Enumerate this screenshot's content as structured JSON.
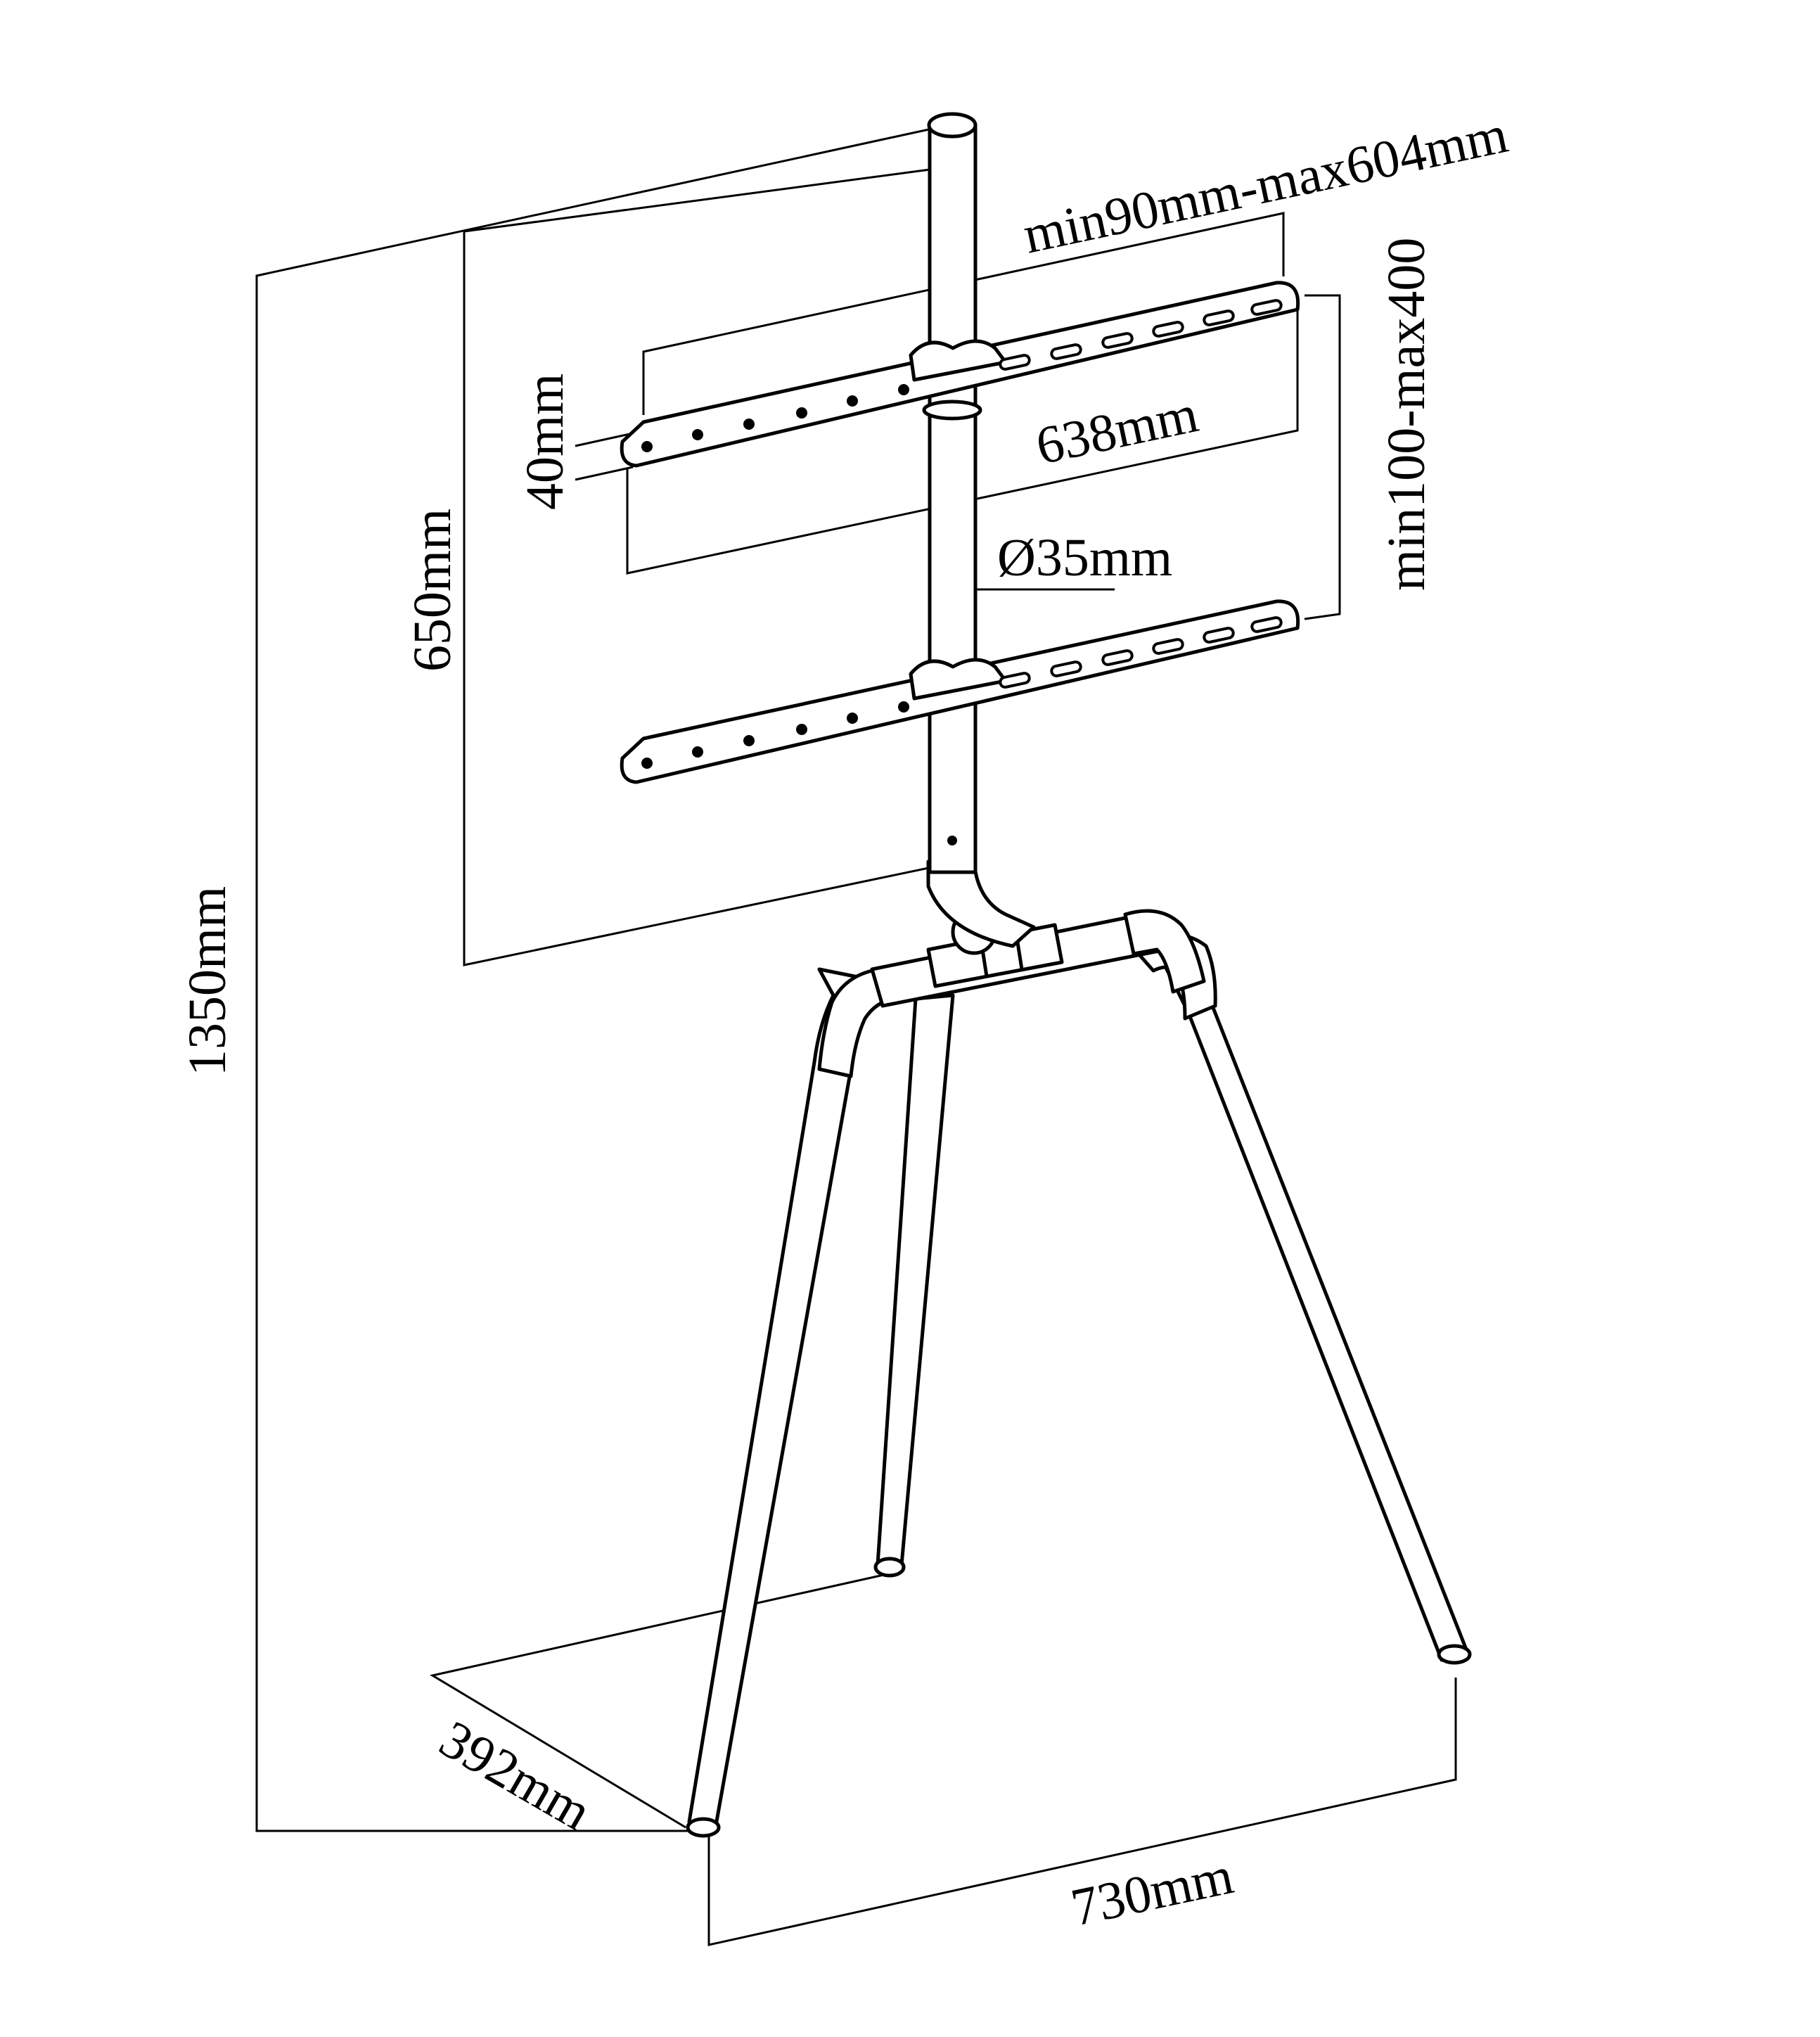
{
  "dimensions": {
    "vesa_width": "min90mm-max604mm",
    "vesa_height": "min100-max400",
    "bracket_length": "638mm",
    "bracket_height": "40mm",
    "pole_diameter": "Ø35mm",
    "mount_height": "650mm",
    "total_height": "1350mm",
    "depth": "392mm",
    "width": "730mm"
  }
}
